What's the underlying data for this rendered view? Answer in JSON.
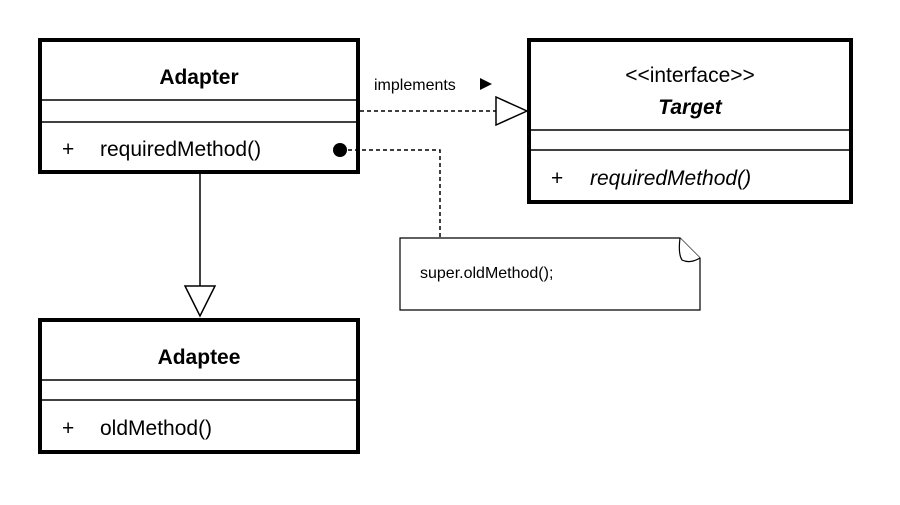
{
  "adapter": {
    "name": "Adapter",
    "method_visibility": "+",
    "method": "requiredMethod()"
  },
  "target": {
    "stereotype": "<<interface>>",
    "name": "Target",
    "method_visibility": "+",
    "method": "requiredMethod()"
  },
  "adaptee": {
    "name": "Adaptee",
    "method_visibility": "+",
    "method": "oldMethod()"
  },
  "implements_label": "implements",
  "note_text": "super.oldMethod();"
}
